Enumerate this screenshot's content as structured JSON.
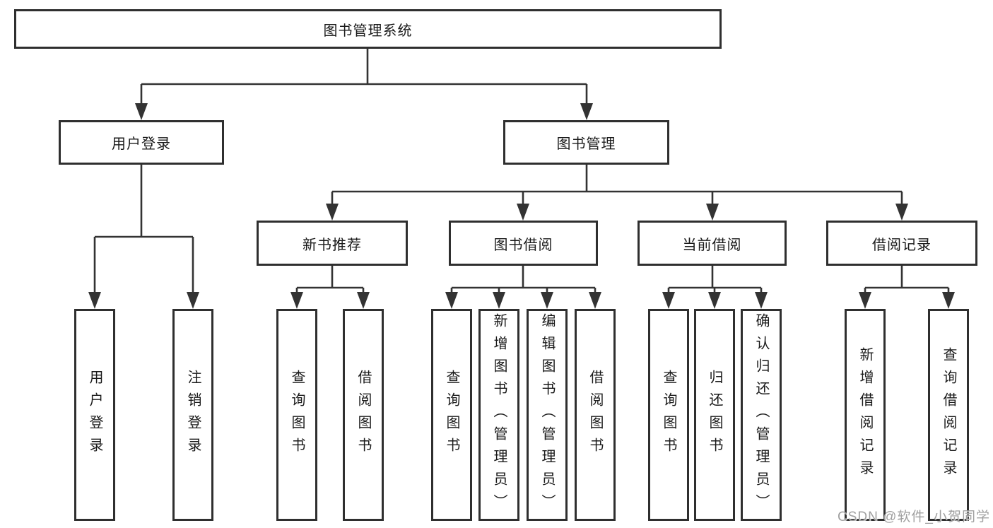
{
  "colors": {
    "line": "#333333",
    "background": "#ffffff",
    "watermark_text": "#9f9f9f"
  },
  "watermark": {
    "text": "CSDN @软件_小贺同学"
  },
  "tree": {
    "label": "图书管理系统",
    "children": [
      {
        "label": "用户登录",
        "children": [
          {
            "label": "用户登录"
          },
          {
            "label": "注销登录"
          }
        ]
      },
      {
        "label": "图书管理",
        "children": [
          {
            "label": "新书推荐",
            "children": [
              {
                "label": "查询图书"
              },
              {
                "label": "借阅图书"
              }
            ]
          },
          {
            "label": "图书借阅",
            "children": [
              {
                "label": "查询图书"
              },
              {
                "label": "新增图书（管理员）"
              },
              {
                "label": "编辑图书（管理员）"
              },
              {
                "label": "借阅图书"
              }
            ]
          },
          {
            "label": "当前借阅",
            "children": [
              {
                "label": "查询图书"
              },
              {
                "label": "归还图书"
              },
              {
                "label": "确认归还（管理员）"
              }
            ]
          },
          {
            "label": "借阅记录",
            "children": [
              {
                "label": "新增借阅记录"
              },
              {
                "label": "查询借阅记录"
              }
            ]
          }
        ]
      }
    ]
  }
}
